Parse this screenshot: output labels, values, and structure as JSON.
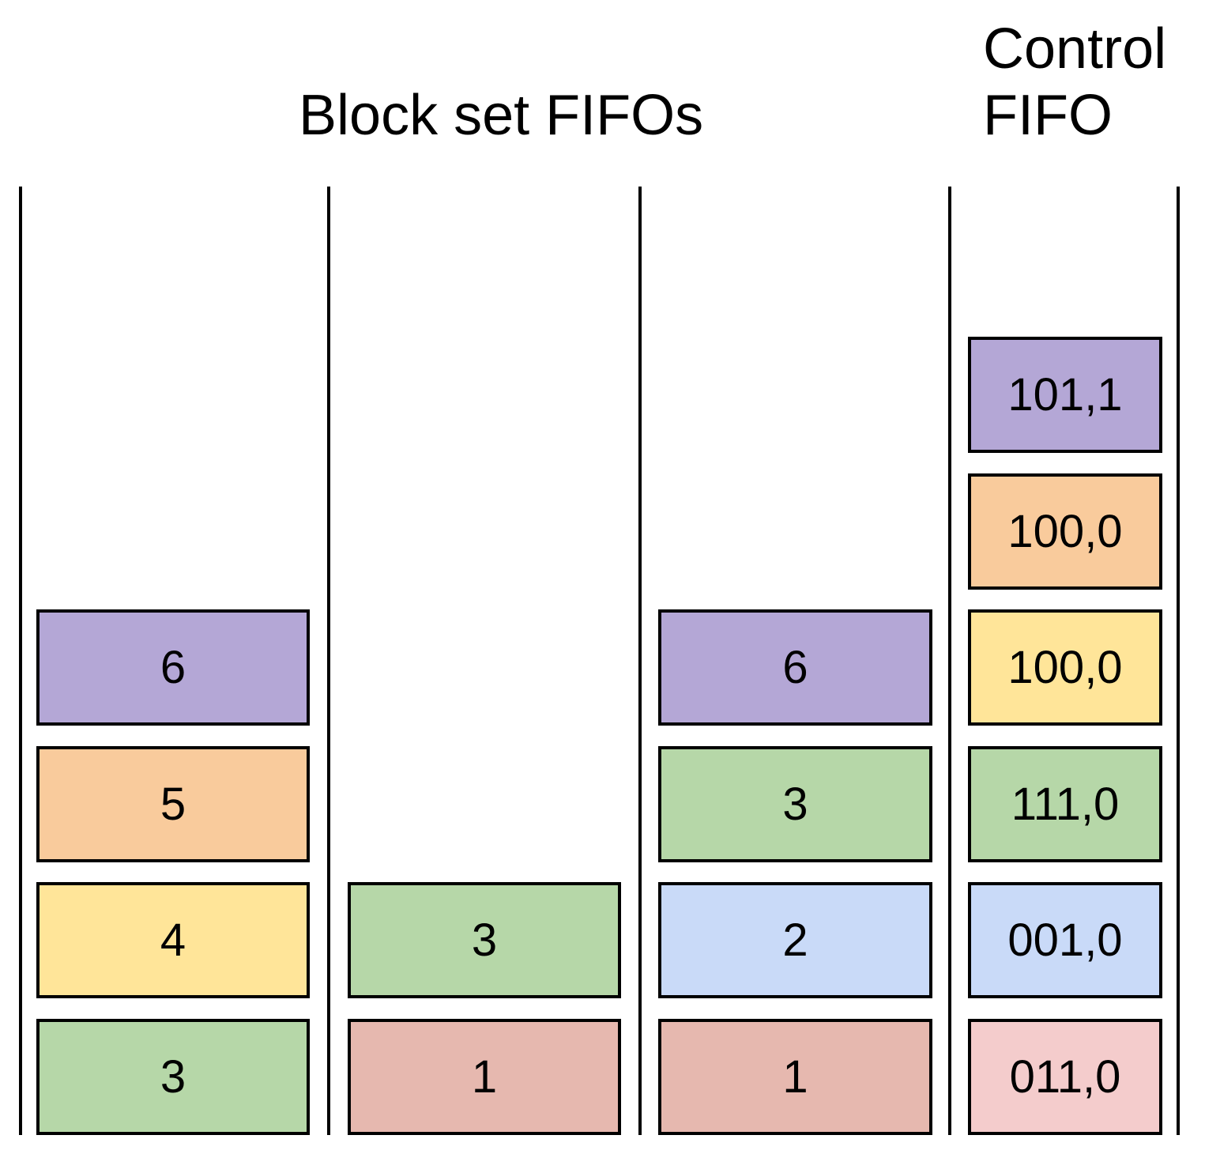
{
  "titles": {
    "block_sets": "Block set FIFOs",
    "control_line1": "Control",
    "control_line2": "FIFO"
  },
  "colors": {
    "purple": "#b4a7d6",
    "orange": "#f9cb9c",
    "yellow": "#ffe599",
    "green": "#b6d7a8",
    "blue": "#c9daf8",
    "red": "#e6b8af",
    "pink": "#f4cccc"
  },
  "fifos": [
    {
      "name": "block-set-fifo-1",
      "items": [
        {
          "label": "3",
          "color": "green"
        },
        {
          "label": "4",
          "color": "yellow"
        },
        {
          "label": "5",
          "color": "orange"
        },
        {
          "label": "6",
          "color": "purple"
        }
      ]
    },
    {
      "name": "block-set-fifo-2",
      "items": [
        {
          "label": "1",
          "color": "red"
        },
        {
          "label": "3",
          "color": "green"
        }
      ]
    },
    {
      "name": "block-set-fifo-3",
      "items": [
        {
          "label": "1",
          "color": "red"
        },
        {
          "label": "2",
          "color": "blue"
        },
        {
          "label": "3",
          "color": "green"
        },
        {
          "label": "6",
          "color": "purple"
        }
      ]
    },
    {
      "name": "control-fifo",
      "items": [
        {
          "label": "011,0",
          "color": "pink"
        },
        {
          "label": "001,0",
          "color": "blue"
        },
        {
          "label": "111,0",
          "color": "green"
        },
        {
          "label": "100,0",
          "color": "yellow"
        },
        {
          "label": "100,0",
          "color": "orange"
        },
        {
          "label": "101,1",
          "color": "purple"
        }
      ]
    }
  ]
}
